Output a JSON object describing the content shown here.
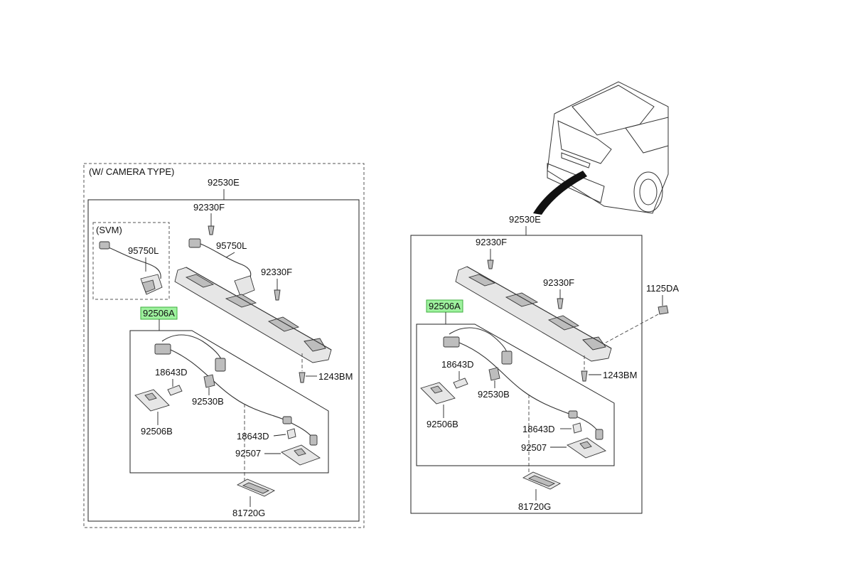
{
  "left_panel": {
    "group_label": "(W/ CAMERA TYPE)",
    "assembly_label": "92530E",
    "svm_label": "(SVM)",
    "parts": {
      "p92330F_top": "92330F",
      "p95750L_svm": "95750L",
      "p95750L": "95750L",
      "p92330F_right": "92330F",
      "p92506A": "92506A",
      "p1243BM": "1243BM",
      "p18643D_a": "18643D",
      "p92530B": "92530B",
      "p92506B": "92506B",
      "p18643D_b": "18643D",
      "p92507": "92507",
      "p81720G": "81720G"
    }
  },
  "right_panel": {
    "assembly_label": "92530E",
    "parts": {
      "p92330F_a": "92330F",
      "p92330F_b": "92330F",
      "p1125DA": "1125DA",
      "p92506A": "92506A",
      "p1243BM": "1243BM",
      "p18643D_a": "18643D",
      "p92530B": "92530B",
      "p92506B": "92506B",
      "p18643D_b": "18643D",
      "p92507": "92507",
      "p81720G": "81720G"
    }
  },
  "colors": {
    "highlight": "#9ef19e",
    "highlight_border": "#3fae3f",
    "line": "#222222"
  }
}
